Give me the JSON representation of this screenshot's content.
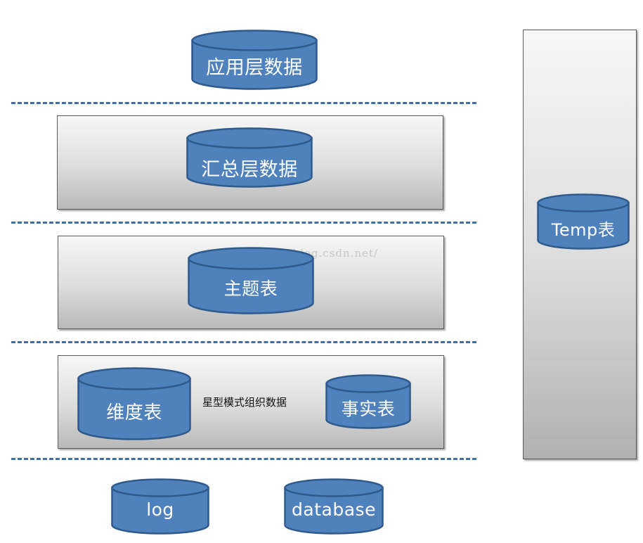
{
  "layers": {
    "application": {
      "label": "应用层数据"
    },
    "summary": {
      "label": "汇总层数据"
    },
    "subject": {
      "label": "主题表"
    },
    "star_schema": {
      "dimension_label": "维度表",
      "fact_label": "事实表",
      "note": "星型模式组织数据"
    },
    "sources": {
      "log_label": "log",
      "database_label": "database"
    }
  },
  "temp": {
    "label": "Temp表"
  },
  "watermark": "http://blog.csdn.net/",
  "colors": {
    "cylinder_fill": "#4f81bd",
    "cylinder_stroke": "#2f5a8c",
    "divider": "#3d6ea8"
  }
}
